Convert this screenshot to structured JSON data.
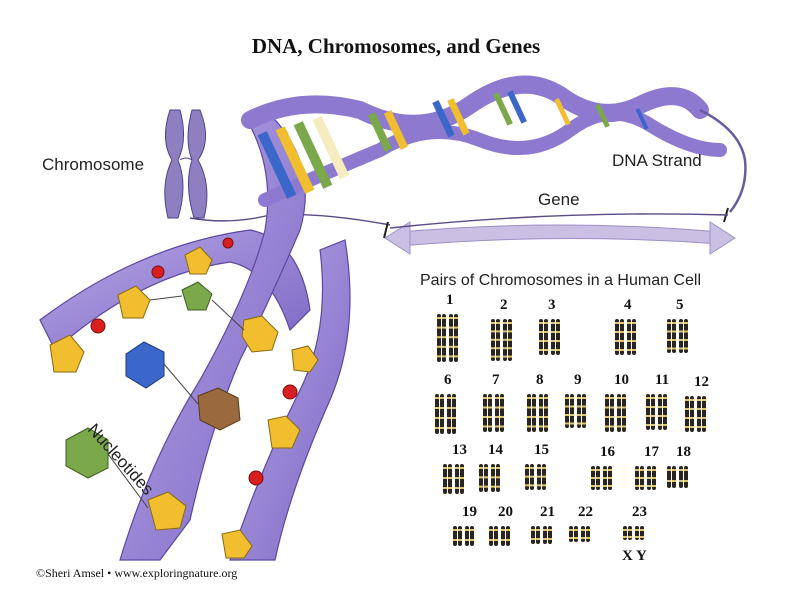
{
  "title": "DNA, Chromosomes, and Genes",
  "labels": {
    "chromosome": "Chromosome",
    "dna_strand": "DNA Strand",
    "gene": "Gene",
    "nucleotides": "Nucleotides",
    "karyotype_title": "Pairs of Chromosomes in a Human Cell"
  },
  "chromosome_numbers": [
    "1",
    "2",
    "3",
    "4",
    "5",
    "6",
    "7",
    "8",
    "9",
    "10",
    "11",
    "12",
    "13",
    "14",
    "15",
    "16",
    "17",
    "18",
    "19",
    "20",
    "21",
    "22",
    "23"
  ],
  "sex_chromosomes": "X Y",
  "credit": "©Sheri Amsel • www.exploringnature.org",
  "colors": {
    "backbone": "#9b86d6",
    "backbone_dark": "#6d58b3",
    "phosphate": "#d81e1e",
    "adenine": "#f0be2e",
    "thymine": "#7aa84a",
    "cytosine": "#3a67c9",
    "guanine": "#9a6a3e",
    "chromosome": "#2a2520",
    "band": "#e3c46a",
    "gene_arrow": "#c9c0e4"
  }
}
